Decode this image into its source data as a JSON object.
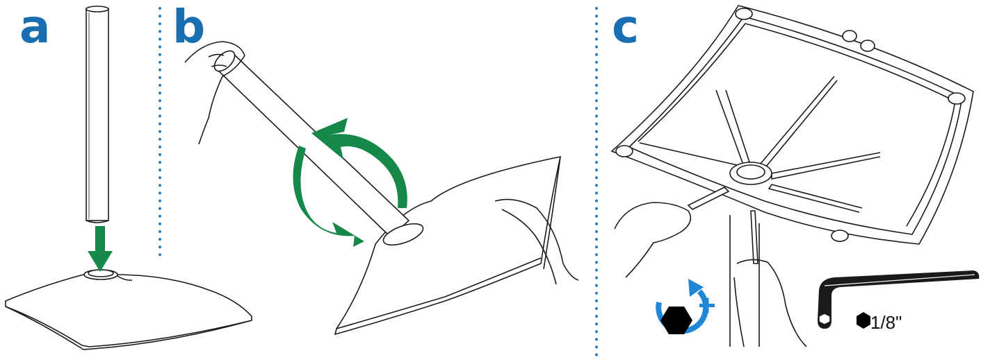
{
  "steps": [
    {
      "letter": "a"
    },
    {
      "letter": "b"
    },
    {
      "letter": "c"
    }
  ],
  "tool": {
    "hex_key_size": "1/8\"",
    "tighten_icon": "tighten-clockwise-icon"
  },
  "colors": {
    "step_letter": "#1a6fb0",
    "arrow": "#16894a",
    "divider": "#2a7bbf",
    "tighten_icon_ring": "#1f87d6",
    "line_art": "#1a1a1a"
  }
}
